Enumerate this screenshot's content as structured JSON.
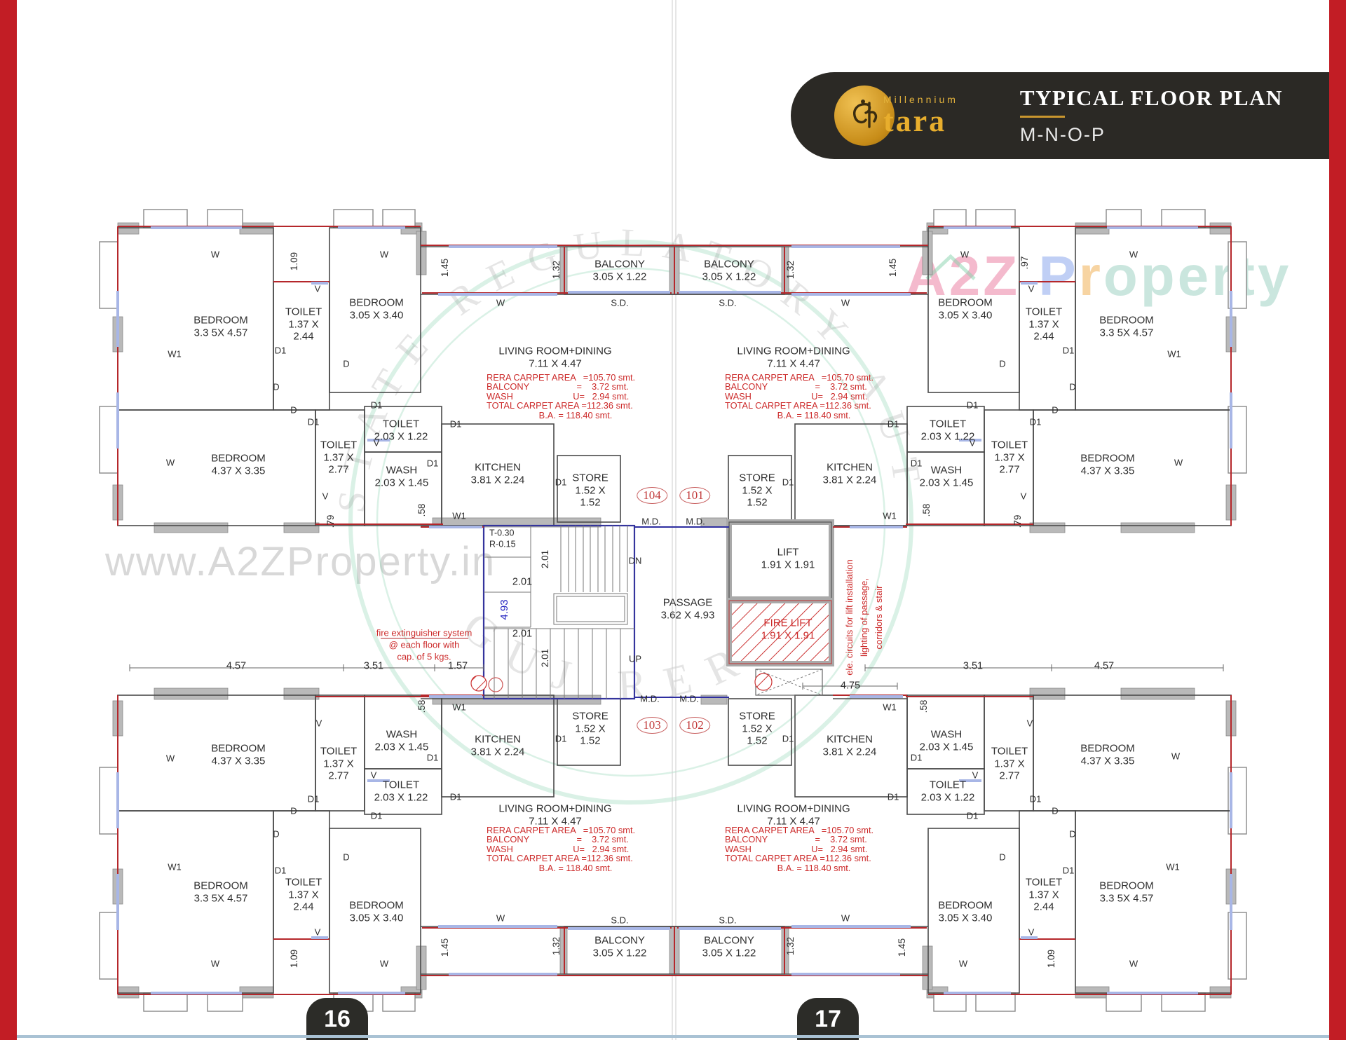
{
  "header": {
    "brand_top": "Millennium",
    "brand_name": "tara",
    "title": "TYPICAL FLOOR PLAN",
    "subtitle": "M-N-O-P"
  },
  "footer": {
    "left_page_number": "16",
    "right_page_number": "17"
  },
  "watermarks": {
    "site_url": "www.A2ZProperty.in",
    "brand_a2z": "A2Z ",
    "brand_p": "P",
    "brand_r": "r",
    "brand_rest": "operty",
    "rera_arc": "REAL ESTATE REGULATORY AUTHORITY",
    "rera_bottom": "GUJ RERA"
  },
  "colors": {
    "accent_red": "#c21d25",
    "note_red": "#cc2a2a",
    "wall_gray": "#b9b9b9",
    "sill_blue": "#a8b6e6",
    "stair_blue": "#34349d",
    "gold": "#c9962e",
    "header_bg": "#2b2925"
  },
  "plan": {
    "units": [
      {
        "number": "104",
        "position": "upper-left"
      },
      {
        "number": "101",
        "position": "upper-right"
      },
      {
        "number": "103",
        "position": "lower-left"
      },
      {
        "number": "102",
        "position": "lower-right"
      }
    ],
    "area_note": "RERA CARPET AREA   =105.70 smt.\nBALCONY                   =    3.72 smt.\nWASH                        U=   2.94 smt.\nTOTAL CARPET AREA =112.36 smt.\n                     B.A. = 118.40 smt.",
    "labels": [
      [
        "BEDROOM\n3.3 5X 4.57",
        315,
        466,
        "r"
      ],
      [
        "TOILET\n1.37 X\n2.44",
        433,
        463,
        "r"
      ],
      [
        "BEDROOM\n3.05 X 3.40",
        537,
        441,
        "r"
      ],
      [
        "BEDROOM\n4.37 X 3.35",
        340,
        663,
        "r"
      ],
      [
        "TOILET\n1.37 X\n2.77",
        483,
        653,
        "r"
      ],
      [
        "TOILET\n2.03 X 1.22",
        572,
        614,
        "r"
      ],
      [
        "WASH\n2.03 X 1.45",
        573,
        680,
        "r"
      ],
      [
        "KITCHEN\n3.81 X 2.24",
        710,
        676,
        "r"
      ],
      [
        "STORE\n1.52 X\n1.52",
        842,
        700,
        "r"
      ],
      [
        "LIVING ROOM+DINING\n7.11 X 4.47",
        792,
        510,
        "r"
      ],
      [
        "BALCONY\n3.05 X 1.22",
        884,
        386,
        "r"
      ],
      [
        "BEDROOM\n3.3 5X 4.57",
        1607,
        466,
        "r"
      ],
      [
        "TOILET\n1.37 X\n2.44",
        1489,
        463,
        "r"
      ],
      [
        "BEDROOM\n3.05 X 3.40",
        1377,
        441,
        "r"
      ],
      [
        "BEDROOM\n4.37 X 3.35",
        1580,
        663,
        "r"
      ],
      [
        "TOILET\n1.37 X\n2.77",
        1440,
        653,
        "r"
      ],
      [
        "TOILET\n2.03 X 1.22",
        1352,
        614,
        "r"
      ],
      [
        "WASH\n2.03 X 1.45",
        1350,
        680,
        "r"
      ],
      [
        "KITCHEN\n3.81 X 2.24",
        1212,
        676,
        "r"
      ],
      [
        "STORE\n1.52 X\n1.52",
        1080,
        700,
        "r"
      ],
      [
        "LIVING ROOM+DINING\n7.11 X 4.47",
        1132,
        510,
        "r"
      ],
      [
        "BALCONY\n3.05 X 1.22",
        1040,
        386,
        "r"
      ],
      [
        "BEDROOM\n4.37 X 3.35",
        340,
        1077,
        "r"
      ],
      [
        "TOILET\n2.03 X 1.22",
        572,
        1129,
        "r"
      ],
      [
        "WASH\n2.03 X 1.45",
        573,
        1057,
        "r"
      ],
      [
        "TOILET\n1.37 X\n2.77",
        483,
        1090,
        "r"
      ],
      [
        "BEDROOM\n3.3 5X 4.57",
        315,
        1273,
        "r"
      ],
      [
        "TOILET\n1.37 X\n2.44",
        433,
        1277,
        "r"
      ],
      [
        "BEDROOM\n3.05 X 3.40",
        537,
        1301,
        "r"
      ],
      [
        "KITCHEN\n3.81 X 2.24",
        710,
        1064,
        "r"
      ],
      [
        "STORE\n1.52 X\n1.52",
        842,
        1040,
        "r"
      ],
      [
        "LIVING ROOM+DINING\n7.11 X 4.47",
        792,
        1163,
        "r"
      ],
      [
        "BALCONY\n3.05 X 1.22",
        884,
        1351,
        "r"
      ],
      [
        "BEDROOM\n4.37 X 3.35",
        1580,
        1077,
        "r"
      ],
      [
        "TOILET\n2.03 X 1.22",
        1352,
        1129,
        "r"
      ],
      [
        "WASH\n2.03 X 1.45",
        1350,
        1057,
        "r"
      ],
      [
        "TOILET\n1.37 X\n2.77",
        1440,
        1090,
        "r"
      ],
      [
        "BEDROOM\n3.3 5X 4.57",
        1607,
        1273,
        "r"
      ],
      [
        "TOILET\n1.37 X\n2.44",
        1489,
        1277,
        "r"
      ],
      [
        "BEDROOM\n3.05 X 3.40",
        1377,
        1301,
        "r"
      ],
      [
        "KITCHEN\n3.81 X 2.24",
        1212,
        1064,
        "r"
      ],
      [
        "STORE\n1.52 X\n1.52",
        1080,
        1040,
        "r"
      ],
      [
        "LIVING ROOM+DINING\n7.11 X 4.47",
        1132,
        1163,
        "r"
      ],
      [
        "BALCONY\n3.05 X 1.22",
        1040,
        1351,
        "r"
      ],
      [
        "PASSAGE\n3.62 X 4.93",
        981,
        869,
        "r"
      ],
      [
        "LIFT\n1.91 X 1.91",
        1124,
        797,
        "r"
      ],
      [
        "W",
        307,
        363,
        "m"
      ],
      [
        "W",
        548,
        363,
        "m"
      ],
      [
        "W",
        1376,
        363,
        "m"
      ],
      [
        "W",
        1617,
        363,
        "m"
      ],
      [
        "W",
        307,
        1375,
        "m"
      ],
      [
        "W",
        548,
        1375,
        "m"
      ],
      [
        "W",
        1374,
        1375,
        "m"
      ],
      [
        "W",
        1617,
        1375,
        "m"
      ],
      [
        "W1",
        249,
        505,
        "m"
      ],
      [
        "W",
        243,
        660,
        "m"
      ],
      [
        "W",
        243,
        1082,
        "m"
      ],
      [
        "W1",
        249,
        1237,
        "m"
      ],
      [
        "W1",
        1675,
        505,
        "m"
      ],
      [
        "W",
        1681,
        660,
        "m"
      ],
      [
        "W",
        1677,
        1079,
        "m"
      ],
      [
        "W1",
        1673,
        1237,
        "m"
      ],
      [
        "W",
        714,
        432,
        "m"
      ],
      [
        "W",
        1206,
        432,
        "m"
      ],
      [
        "W",
        714,
        1310,
        "m"
      ],
      [
        "W",
        1206,
        1310,
        "m"
      ],
      [
        "S.D.",
        884,
        432,
        "m"
      ],
      [
        "S.D.",
        1038,
        432,
        "m"
      ],
      [
        "S.D.",
        884,
        1313,
        "m"
      ],
      [
        "S.D.",
        1038,
        1313,
        "m"
      ],
      [
        "M.D.",
        929,
        744,
        "m"
      ],
      [
        "M.D.",
        992,
        744,
        "m"
      ],
      [
        "M.D.",
        927,
        997,
        "m"
      ],
      [
        "M.D.",
        983,
        997,
        "m"
      ],
      [
        "DN",
        906,
        800,
        "m"
      ],
      [
        "UP",
        906,
        940,
        "m"
      ],
      [
        "W1",
        655,
        736,
        "m"
      ],
      [
        "W1",
        1269,
        736,
        "m"
      ],
      [
        "W1",
        655,
        1009,
        "m"
      ],
      [
        "W1",
        1269,
        1009,
        "m"
      ],
      [
        "V",
        453,
        412,
        "m"
      ],
      [
        "V",
        537,
        632,
        "m"
      ],
      [
        "V",
        464,
        708,
        "m"
      ],
      [
        "V",
        1471,
        412,
        "m"
      ],
      [
        "V",
        1387,
        632,
        "m"
      ],
      [
        "V",
        1460,
        708,
        "m"
      ],
      [
        "V",
        455,
        1032,
        "m"
      ],
      [
        "V",
        533,
        1106,
        "m"
      ],
      [
        "V",
        453,
        1330,
        "m"
      ],
      [
        "V",
        1469,
        1032,
        "m"
      ],
      [
        "V",
        1391,
        1106,
        "m"
      ],
      [
        "V",
        1471,
        1330,
        "m"
      ],
      [
        "D1",
        400,
        500,
        "m"
      ],
      [
        "D",
        494,
        519,
        "m"
      ],
      [
        "D",
        394,
        552,
        "m"
      ],
      [
        "D",
        419,
        585,
        "m"
      ],
      [
        "D1",
        447,
        602,
        "m"
      ],
      [
        "D1",
        537,
        578,
        "m"
      ],
      [
        "D1",
        617,
        661,
        "m"
      ],
      [
        "D1",
        650,
        605,
        "m"
      ],
      [
        "D1",
        800,
        688,
        "m"
      ],
      [
        "D1",
        1524,
        500,
        "m"
      ],
      [
        "D",
        1430,
        519,
        "m"
      ],
      [
        "D",
        1530,
        552,
        "m"
      ],
      [
        "D",
        1505,
        585,
        "m"
      ],
      [
        "D1",
        1477,
        602,
        "m"
      ],
      [
        "D1",
        1387,
        578,
        "m"
      ],
      [
        "D1",
        1307,
        661,
        "m"
      ],
      [
        "D1",
        1274,
        605,
        "m"
      ],
      [
        "D1",
        1124,
        688,
        "m"
      ],
      [
        "D1",
        400,
        1242,
        "m"
      ],
      [
        "D",
        494,
        1223,
        "m"
      ],
      [
        "D",
        394,
        1190,
        "m"
      ],
      [
        "D",
        419,
        1157,
        "m"
      ],
      [
        "D1",
        447,
        1140,
        "m"
      ],
      [
        "D1",
        537,
        1164,
        "m"
      ],
      [
        "D1",
        617,
        1081,
        "m"
      ],
      [
        "D1",
        650,
        1137,
        "m"
      ],
      [
        "D1",
        800,
        1054,
        "m"
      ],
      [
        "D1",
        1524,
        1242,
        "m"
      ],
      [
        "D",
        1430,
        1223,
        "m"
      ],
      [
        "D",
        1530,
        1190,
        "m"
      ],
      [
        "D",
        1505,
        1157,
        "m"
      ],
      [
        "D1",
        1477,
        1140,
        "m"
      ],
      [
        "D1",
        1387,
        1164,
        "m"
      ],
      [
        "D1",
        1307,
        1081,
        "m"
      ],
      [
        "D1",
        1274,
        1137,
        "m"
      ],
      [
        "D1",
        1124,
        1054,
        "m"
      ],
      [
        "4.57",
        337,
        951,
        "d"
      ],
      [
        "3.51",
        533,
        951,
        "d"
      ],
      [
        "1.57",
        653,
        951,
        "d"
      ],
      [
        "4.75",
        1213,
        979,
        "d"
      ],
      [
        "3.51",
        1388,
        951,
        "d"
      ],
      [
        "4.57",
        1575,
        951,
        "d"
      ],
      [
        "2.01",
        745,
        831,
        "d"
      ],
      [
        "2.01",
        745,
        905,
        "d"
      ],
      [
        "1.09",
        420,
        373,
        "v"
      ],
      [
        ".97",
        1462,
        375,
        "v"
      ],
      [
        "1.45",
        635,
        382,
        "v"
      ],
      [
        "1.32",
        794,
        385,
        "v"
      ],
      [
        "1.32",
        1128,
        385,
        "v"
      ],
      [
        "1.45",
        1274,
        382,
        "v"
      ],
      [
        ".58",
        602,
        728,
        "v"
      ],
      [
        ".58",
        1322,
        728,
        "v"
      ],
      [
        ".79",
        472,
        744,
        "v"
      ],
      [
        ".79",
        1452,
        744,
        "v"
      ],
      [
        ".58",
        602,
        1008,
        "v"
      ],
      [
        ".58",
        1318,
        1008,
        "v"
      ],
      [
        "1.45",
        635,
        1352,
        "v"
      ],
      [
        "1.32",
        794,
        1350,
        "v"
      ],
      [
        "1.32",
        1128,
        1350,
        "v"
      ],
      [
        "1.45",
        1287,
        1352,
        "v"
      ],
      [
        "1.09",
        420,
        1368,
        "v"
      ],
      [
        "1.09",
        1500,
        1368,
        "v"
      ],
      [
        "2.01",
        778,
        798,
        "v"
      ],
      [
        "2.01",
        778,
        939,
        "v"
      ],
      [
        "4.93",
        720,
        870,
        "vb"
      ],
      [
        "T-0.30",
        698,
        761,
        "s"
      ],
      [
        "R-0.15",
        698,
        777,
        "s"
      ],
      [
        "fire extinguisher system\n@ each floor with\ncap. of 5 kgs.",
        605,
        921,
        "rd"
      ],
      [
        "FIRE LIFT\n1.91 X 1.91",
        1124,
        898,
        "frl"
      ],
      [
        "ele. circuits for lift installation\nlighting of passage,\ncorridors & stair",
        1233,
        881,
        "rv"
      ],
      [
        "RERA CARPET AREA   =105.70 smt.\nBALCONY                   =    3.72 smt.\nWASH                        U=   2.94 smt.\nTOTAL CARPET AREA =112.36 smt.\n                     B.A. = 118.40 smt.",
        694,
        532,
        "rb"
      ],
      [
        "RERA CARPET AREA   =105.70 smt.\nBALCONY                   =    3.72 smt.\nWASH                        U=   2.94 smt.\nTOTAL CARPET AREA =112.36 smt.\n                     B.A. = 118.40 smt.",
        1034,
        532,
        "rb"
      ],
      [
        "RERA CARPET AREA   =105.70 smt.\nBALCONY                   =    3.72 smt.\nWASH                        U=   2.94 smt.\nTOTAL CARPET AREA =112.36 smt.\n                     B.A. = 118.40 smt.",
        694,
        1178,
        "rb"
      ],
      [
        "RERA CARPET AREA   =105.70 smt.\nBALCONY                   =    3.72 smt.\nWASH                        U=   2.94 smt.\nTOTAL CARPET AREA =112.36 smt.\n                     B.A. = 118.40 smt.",
        1034,
        1178,
        "rb"
      ],
      [
        "104",
        930,
        707,
        "o"
      ],
      [
        "101",
        991,
        707,
        "o"
      ],
      [
        "103",
        930,
        1035,
        "o"
      ],
      [
        "102",
        991,
        1035,
        "o"
      ]
    ]
  }
}
